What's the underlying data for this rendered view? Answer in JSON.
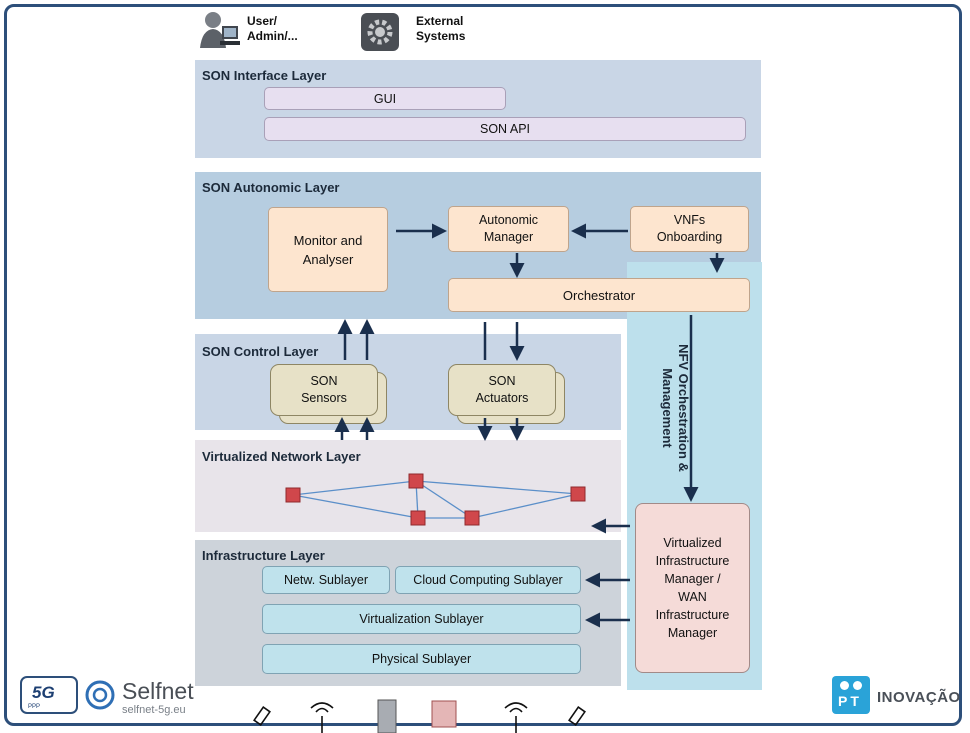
{
  "actors": {
    "user_label": "User/\nAdmin/...",
    "external_label": "External\nSystems"
  },
  "layers": {
    "interface": {
      "title": "SON Interface  Layer",
      "gui": "GUI",
      "api": "SON API"
    },
    "autonomic": {
      "title": "SON Autonomic Layer",
      "monitor": "Monitor and\nAnalyser",
      "manager": "Autonomic\nManager",
      "vnfs": "VNFs\nOnboarding",
      "orchestrator": "Orchestrator"
    },
    "control": {
      "title": "SON Control  Layer",
      "sensors": "SON\nSensors",
      "actuators": "SON\nActuators"
    },
    "virtualized": {
      "title": "Virtualized Network Layer"
    },
    "infrastructure": {
      "title": "Infrastructure Layer",
      "netw": "Netw. Sublayer",
      "cloud": "Cloud Computing Sublayer",
      "virt": "Virtualization Sublayer",
      "phys": "Physical Sublayer"
    },
    "nfv": {
      "title": "NFV Orchestration &\nManagement",
      "vim": "Virtualized\nInfrastructure\nManager /\nWAN\nInfrastructure\nManager"
    }
  },
  "footer": {
    "logo_5g": "5G",
    "logo_5g_sub": "PPP",
    "selfnet": "Selfnet",
    "selfnet_url": "selfnet-5g.eu",
    "pt_mark": "PT",
    "inovacao": "INOVAÇÃO"
  },
  "colors": {
    "frame": "#2d4f7a",
    "arrow": "#1a2f4d",
    "node": "#d0474b",
    "link": "#5b8fc9"
  }
}
